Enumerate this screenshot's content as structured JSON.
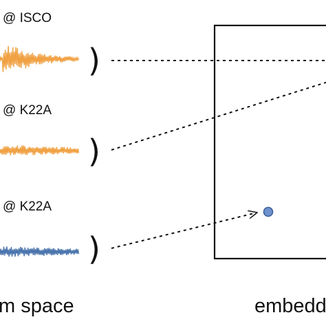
{
  "rows": [
    {
      "station_label": "@ ISCO",
      "color": "#f0a143"
    },
    {
      "station_label": "@ K22A",
      "color": "#f0a143"
    },
    {
      "station_label": "@ K22A",
      "color": "#4a74ad"
    }
  ],
  "paren_glyph": ")",
  "left_caption": "m space",
  "right_caption": "embedd",
  "embedding_point_color": "#6f92cf",
  "embedding_point_stroke": "#3d5e99"
}
